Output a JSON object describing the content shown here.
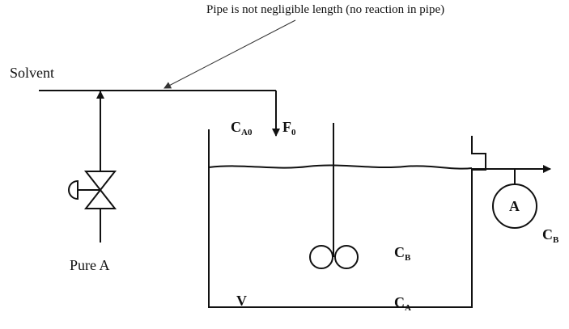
{
  "annotation": {
    "text": "Pipe is not negligible length (no reaction in pipe)"
  },
  "labels": {
    "solvent": "Solvent",
    "pure_a": "Pure A",
    "volume": "V",
    "analyzer": "A"
  },
  "symbols": {
    "ca0": {
      "main": "C",
      "sub": "A0"
    },
    "f0": {
      "main": "F",
      "sub": "0"
    },
    "cb_tank": {
      "main": "C",
      "sub": "B"
    },
    "ca_tank": {
      "main": "C",
      "sub": "A"
    },
    "cb_out": {
      "main": "C",
      "sub": "B"
    }
  },
  "icons": [
    "valve-icon",
    "actuator-icon",
    "stirrer-icon",
    "analyzer-icon",
    "arrow-icon"
  ]
}
